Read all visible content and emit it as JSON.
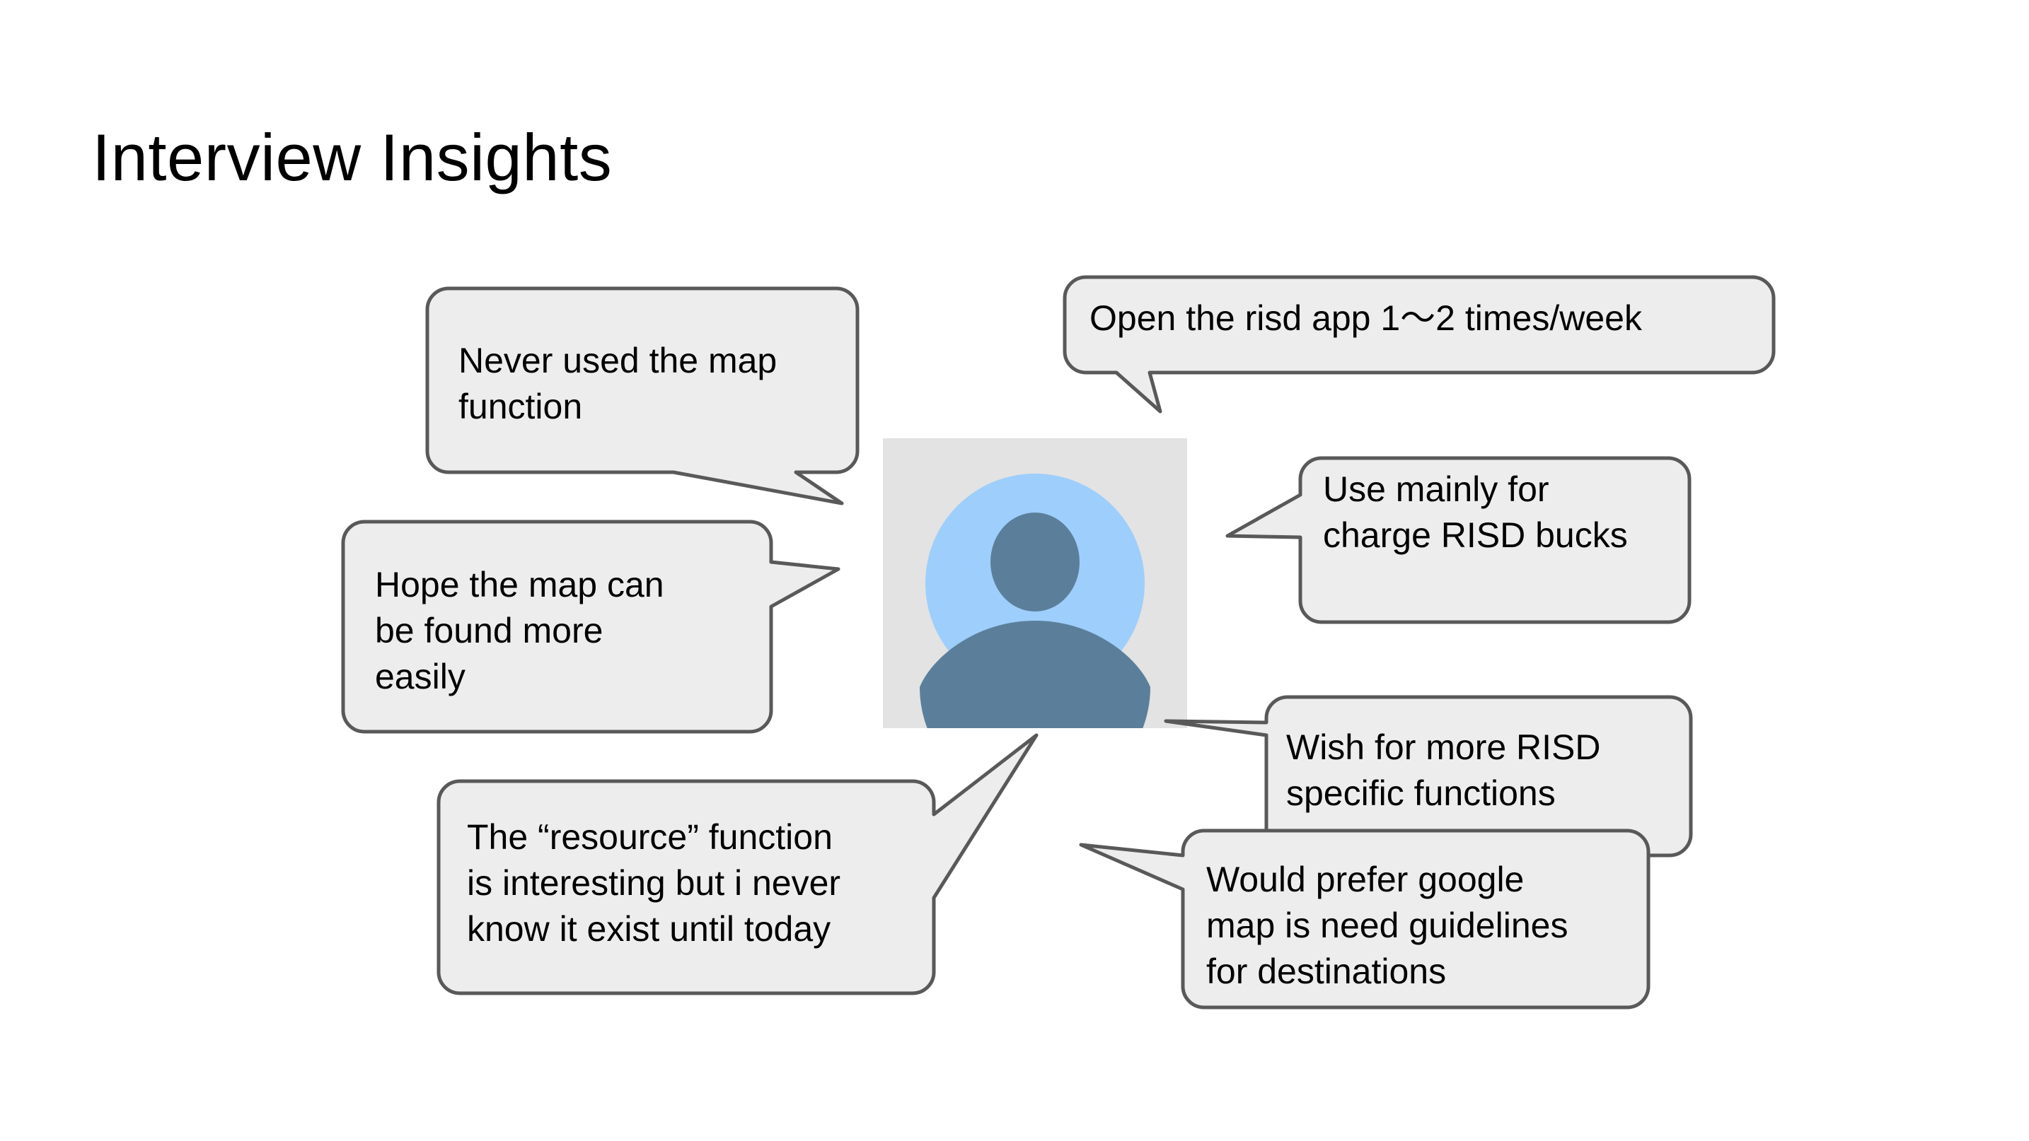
{
  "slide": {
    "title": "Interview Insights",
    "background_color": "#ffffff"
  },
  "avatar": {
    "name": "generic-person-avatar",
    "box_background": "#e3e3e3",
    "circle_color": "#9ecefb",
    "figure_color": "#5b7f9b"
  },
  "bubble_style": {
    "fill": "#ededed",
    "stroke": "#595959",
    "text_color": "#000000"
  },
  "bubbles": [
    {
      "id": "never-used-map",
      "text": "Never used the map\nfunction",
      "tail_direction": "down-right"
    },
    {
      "id": "open-risd-app",
      "text": "Open the risd app 1〜2 times/week",
      "tail_direction": "down-left"
    },
    {
      "id": "use-mainly-charge",
      "text": "Use mainly for\ncharge RISD bucks",
      "tail_direction": "left"
    },
    {
      "id": "hope-map-found",
      "text": "Hope the map can\nbe found more\neasily",
      "tail_direction": "right"
    },
    {
      "id": "resource-function",
      "text": "The “resource” function\nis interesting but i never\nknow it exist until today",
      "tail_direction": "up-right"
    },
    {
      "id": "wish-risd-functions",
      "text": "Wish for more RISD\nspecific functions",
      "tail_direction": "up-left"
    },
    {
      "id": "prefer-google-map",
      "text": "Would prefer google\nmap is need guidelines\nfor destinations",
      "tail_direction": "up-left"
    }
  ]
}
